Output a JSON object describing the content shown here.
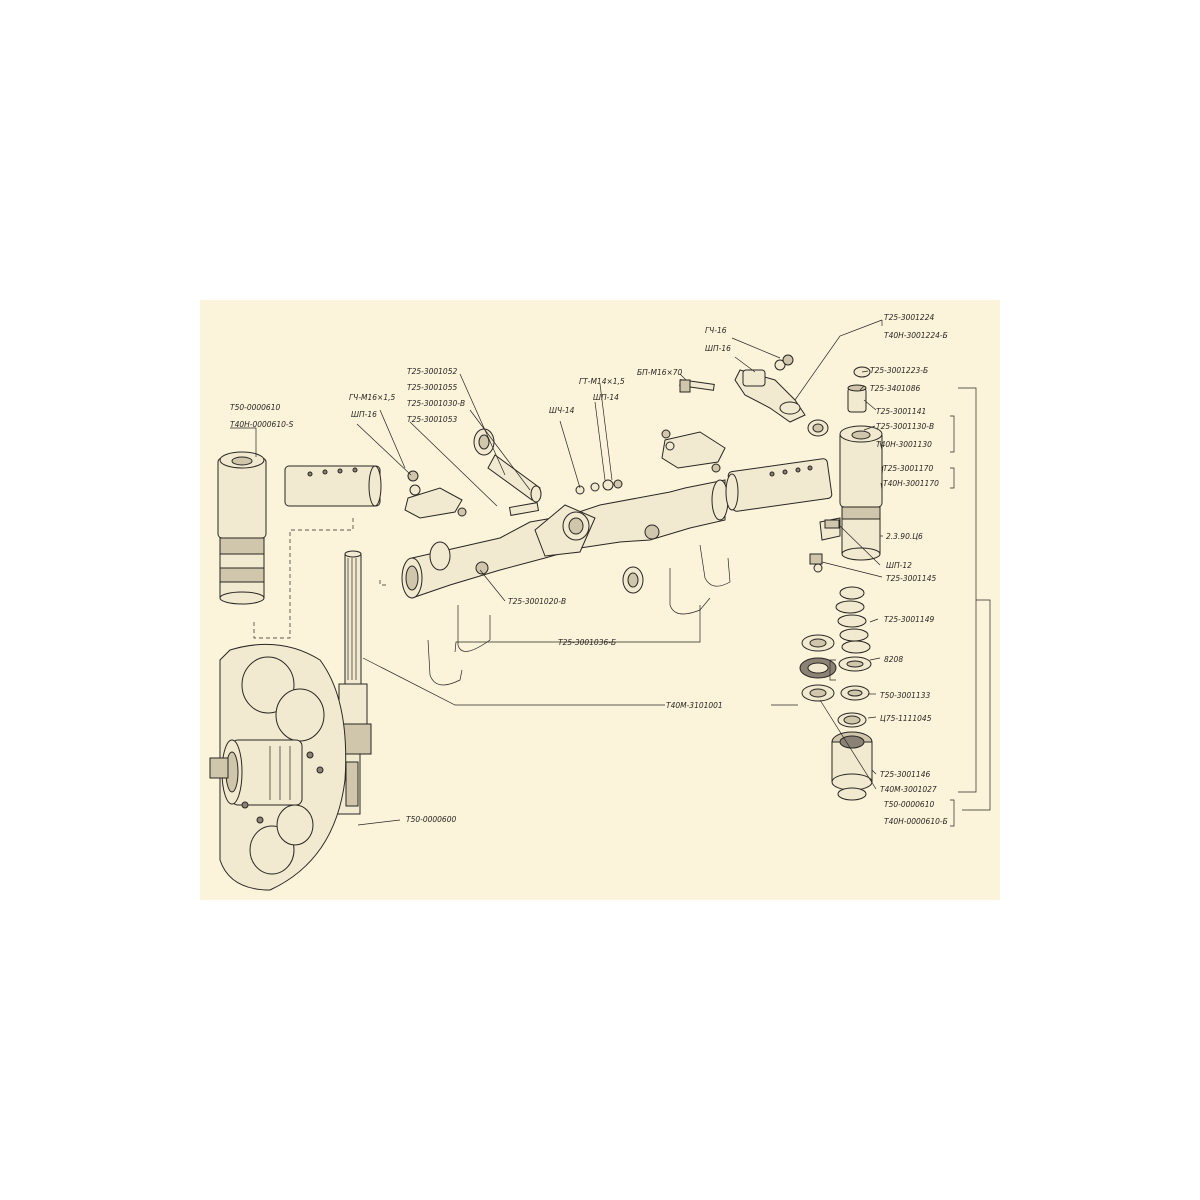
{
  "labels": {
    "t50_0000610_left": "Т50-0000610",
    "t40n_0000610_s": "Т40Н-0000610-S",
    "gch_m16": "ГЧ-М16×1,5",
    "shp16_left": "ШП-16",
    "t25_3001052": "Т25-3001052",
    "t25_3001055": "Т25-3001055",
    "t25_3001030": "Т25-3001030-В",
    "t25_3001053": "Т25-3001053",
    "shch14": "ШЧ-14",
    "gt_m14": "ГТ-М14×1,5",
    "shp14": "ШП-14",
    "bp_m16": "БП-М16×70",
    "gch16": "ГЧ-16",
    "shp16_top": "ШП-16",
    "t25_3001224": "Т25-3001224",
    "t40n_3001224": "Т40Н-3001224-Б",
    "t25_3001223": "Т25-3001223-Б",
    "t25_3401086": "Т25-3401086",
    "t25_3001141": "Т25-3001141",
    "t25_3001130": "Т25-3001130-В",
    "t40n_3001130": "Т40Н-3001130",
    "t25_3001170": "Т25-3001170",
    "t40n_3001170": "Т40Н-3001170",
    "bolt_2390": "2.3.90.Ц6",
    "shp12": "ШП-12",
    "t25_3001145": "Т25-3001145",
    "t25_3001020": "Т25-3001020-В",
    "t25_3001036": "Т25-3001036-Б",
    "t25_3001149": "Т25-3001149",
    "b8208": "8208",
    "t40m_3101001": "Т40М-3101001",
    "t50_3001133": "Т50-3001133",
    "ts75_1111045": "Ц75-1111045",
    "t25_3001146": "Т25-3001146",
    "t40m_3001027": "Т40М-3001027",
    "t50_0000610_right": "Т50-0000610",
    "t40n_0000610_b": "Т40Н-0000610-Б",
    "t50_0000600": "Т50-0000600"
  },
  "colors": {
    "paper": "#fbf3da",
    "ink": "#2a2622"
  }
}
